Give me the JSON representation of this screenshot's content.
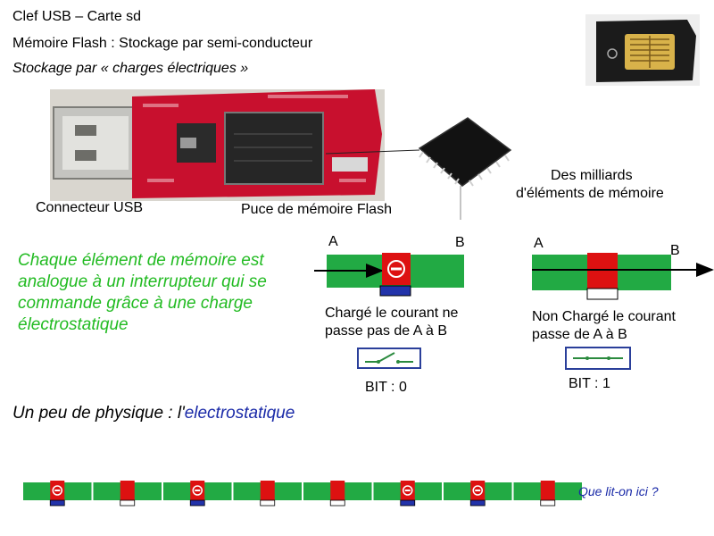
{
  "header": {
    "line1": "Clef USB – Carte sd",
    "line2": "Mémoire Flash : Stockage par semi-conducteur",
    "line3": "Stockage par « charges électriques »"
  },
  "labels": {
    "connector": "Connecteur USB",
    "flash_chip": "Puce de mémoire Flash",
    "billions_1": "Des milliards",
    "billions_2": "d'éléments de mémoire"
  },
  "explanation": "Chaque élément de mémoire est analogue à un interrupteur qui se commande grâce à une charge électrostatique",
  "cell_charged": {
    "label_a": "A",
    "label_b": "B",
    "caption_1": "Chargé le courant ne",
    "caption_2": "passe pas de A à B",
    "bit": "BIT : 0"
  },
  "cell_uncharged": {
    "label_a": "A",
    "label_b": "B",
    "caption_1": "Non Chargé le courant",
    "caption_2": "passe de A à B",
    "bit": "BIT : 1"
  },
  "physics": {
    "prefix": "Un peu de physique : l'",
    "highlight": "electrostatique"
  },
  "sequence": {
    "cells": [
      "charged",
      "uncharged",
      "charged",
      "uncharged",
      "uncharged",
      "charged",
      "charged",
      "uncharged"
    ],
    "question": "Que lit-on ici ?"
  },
  "colors": {
    "green": "#22aa44",
    "red": "#dd1111",
    "blue_base": "#2233aa",
    "pcb_red": "#c8102e",
    "explanation_green": "#22bb22",
    "blue_text": "#1a2aa8"
  }
}
